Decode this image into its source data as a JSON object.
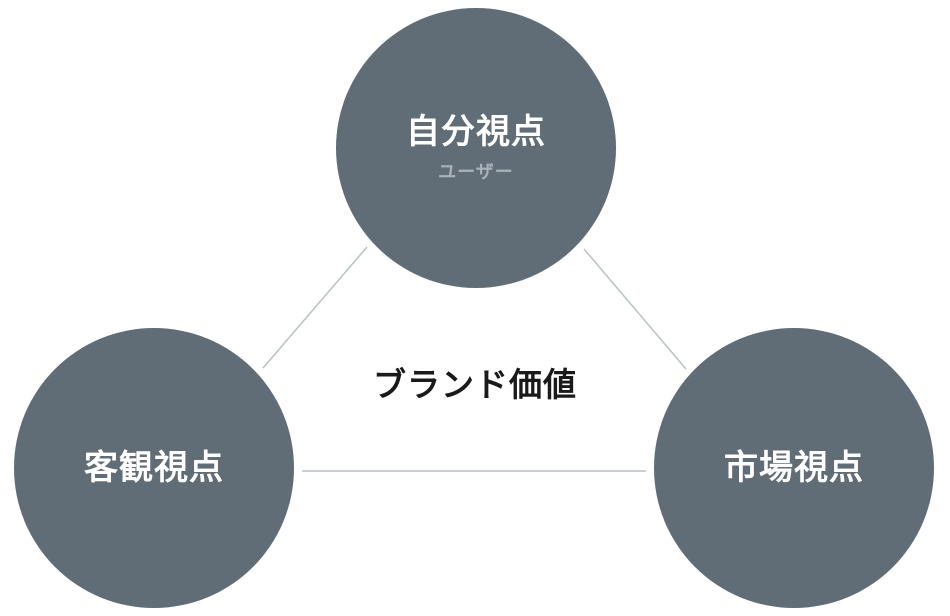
{
  "center_label": "ブランド価値",
  "nodes": {
    "top": {
      "title": "自分視点",
      "subtitle": "ユーザー"
    },
    "left": {
      "title": "客観視点"
    },
    "right": {
      "title": "市場視点"
    }
  },
  "colors": {
    "circle_fill": "#606c76",
    "subtitle_text": "#a9b2b9",
    "connector": "#b9c1c6",
    "center_text": "#1a1a1a"
  }
}
